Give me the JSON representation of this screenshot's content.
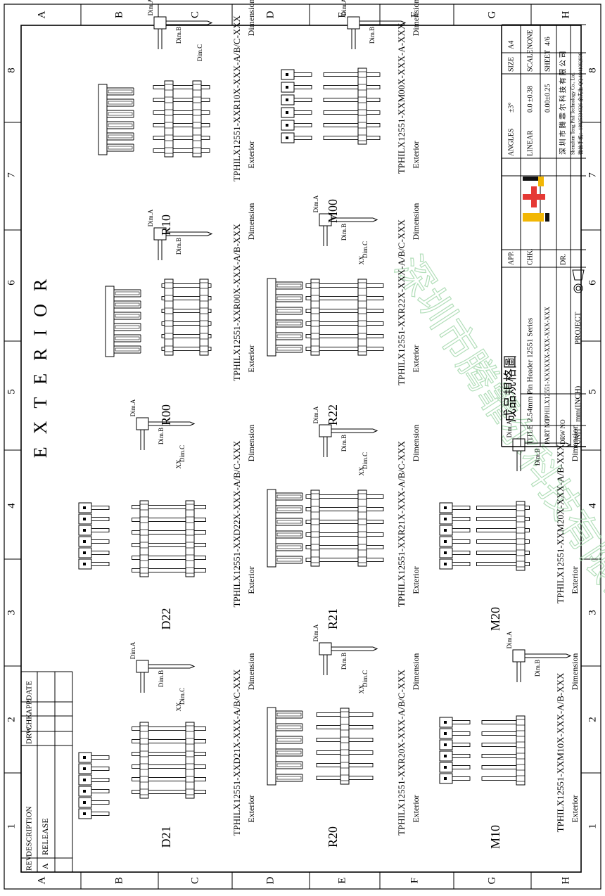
{
  "title": "EXTERIOR",
  "border": {
    "columns": [
      "1",
      "2",
      "3",
      "4",
      "5",
      "6",
      "7",
      "8"
    ],
    "rows": [
      "A",
      "B",
      "C",
      "D",
      "E",
      "F",
      "G",
      "H"
    ]
  },
  "revision": {
    "headers": [
      "REV.",
      "DESCRIPTION",
      "DRW.",
      "CHK.",
      "APP.",
      "DATE"
    ],
    "rev": "A",
    "description": "RELEASE"
  },
  "title_block": {
    "title_label": "TITLE",
    "title_cn": "成品規格圖",
    "title_en": "2.54mm Pin Header 12551 Series",
    "part_no_label": "PART NO",
    "part_no": "TPHILX12551-XXXXXX-XXX-XXX-XXX",
    "drw_no_label": "DRW NO",
    "unit_label": "UNIT",
    "unit": "mm(INCH)",
    "project_label": "PROJECT",
    "app_label": "APP.",
    "chk_label": "CHK.",
    "dr_label": "DR.",
    "angles_label": "ANGLES",
    "angles_value": "±3°",
    "linear_label": "LINEAR",
    "linear_value": "0.0 ±0.38",
    "linear_value2": "0.00±0.25",
    "size_label": "SIZE",
    "size_value": "A4",
    "scale_label": "SCALE",
    "scale_value": "NONE",
    "sheet_label": "SHEET",
    "sheet_value": "4/6",
    "company_cn": "深 圳 市 腾 霏 尔 科 技 有 限 公 司",
    "company_en": "Shenzhen Teng Phil Technology Co., Ltd.",
    "contact": "微信手机：18025334326 余先生 QQ:1941092936"
  },
  "callouts": {
    "exterior": "Exterior",
    "dimension": "Dimension"
  },
  "dims": {
    "a": "Dim.A",
    "b": "Dim.B",
    "c": "Dim.C",
    "xx": "XX"
  },
  "variants": [
    {
      "code": "D21",
      "part": "TPHILX12551-XXD21X-XXX-A/B/C-XXX"
    },
    {
      "code": "D22",
      "part": "TPHILX12551-XXD22X-XXX-A/B/C-XXX"
    },
    {
      "code": "R00",
      "part": "TPHILX12551-XXR00X-XXX-A/B-XXX"
    },
    {
      "code": "R10",
      "part": "TPHILX12551-XXR10X-XXX-A/B/C-XXX"
    },
    {
      "code": "R20",
      "part": "TPHILX12551-XXR20X-XXX-A/B/C-XXX"
    },
    {
      "code": "R21",
      "part": "TPHILX12551-XXR21X-XXX-A/B/C-XXX"
    },
    {
      "code": "R22",
      "part": "TPHILX12551-XXR22X-XXX-A/B/C-XXX"
    },
    {
      "code": "M00",
      "part": "TPHILX12551-XXM00X-XXX-A-XXX"
    },
    {
      "code": "M10",
      "part": "TPHILX12551-XXM10X-XXX-A/B-XXX"
    },
    {
      "code": "M20",
      "part": "TPHILX12551-XXM20X-XXX-A/B-XXX"
    }
  ],
  "colors": {
    "logo_red": "#e53935",
    "logo_yellow": "#f2b705",
    "logo_black": "#111111",
    "watermark": "#9fd6a8"
  }
}
